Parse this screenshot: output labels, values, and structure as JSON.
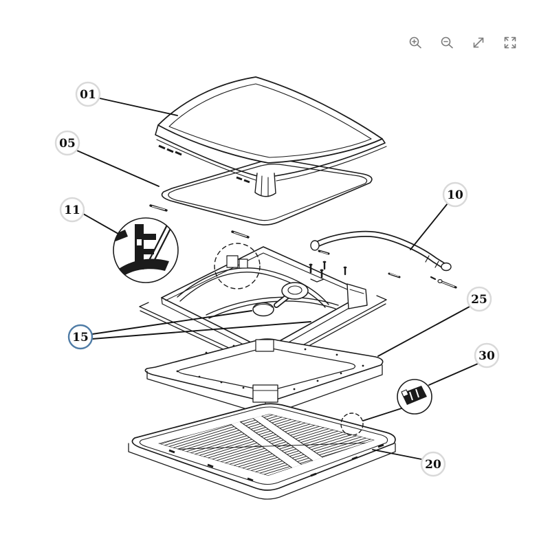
{
  "window": {
    "background": "#ffffff"
  },
  "toolbar": {
    "icon_color": "#7c7c7c",
    "buttons": [
      {
        "id": "zoom-in",
        "icon": "magnifier-plus-icon"
      },
      {
        "id": "zoom-out",
        "icon": "magnifier-minus-icon"
      },
      {
        "id": "resize",
        "icon": "diagonal-arrows-icon"
      },
      {
        "id": "fullscreen",
        "icon": "corner-arrows-icon"
      }
    ]
  },
  "diagram": {
    "kind": "exploded-parts-drawing",
    "stroke_color": "#1b1b1b",
    "callout_border_color": "#d9d9d9",
    "highlight_border_color": "#4f7ca6",
    "callouts": [
      {
        "label": "01",
        "highlighted": false
      },
      {
        "label": "05",
        "highlighted": false
      },
      {
        "label": "11",
        "highlighted": false
      },
      {
        "label": "10",
        "highlighted": false
      },
      {
        "label": "15",
        "highlighted": true
      },
      {
        "label": "25",
        "highlighted": false
      },
      {
        "label": "30",
        "highlighted": false
      },
      {
        "label": "20",
        "highlighted": false
      }
    ]
  }
}
